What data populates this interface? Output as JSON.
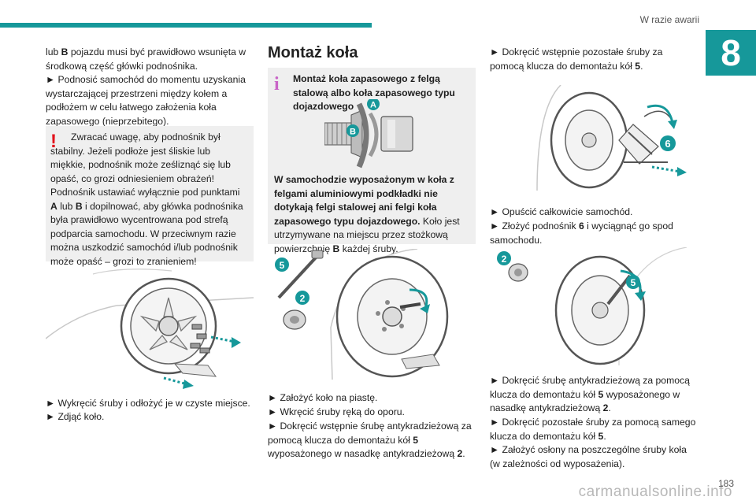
{
  "header": {
    "section": "W razie awarii",
    "chapter_number": "8"
  },
  "footer": {
    "page_number": "183",
    "watermark": "carmanualsonline.info"
  },
  "col1": {
    "p1_pre": "lub ",
    "p1_b": "B",
    "p1_post": " pojazdu musi być prawidłowo wsunięta w środkową część główki podnośnika.",
    "p2": "► Podnosić samochód do momentu uzyskania wystarczającej przestrzeni między kołem a podłożem w celu łatwego założenia koła zapasowego (nieprzebitego).",
    "warning_mark": "!",
    "warning_l1": "Zwracać uwagę, aby podnośnik był stabilny. Jeżeli podłoże jest śliskie lub miękkie, podnośnik może ześliznąć się lub opaść, co grozi odniesieniem obrażeń!",
    "warning_l2_a": "Podnośnik ustawiać wyłącznie pod punktami ",
    "warning_l2_A": "A",
    "warning_l2_b": " lub ",
    "warning_l2_B": "B",
    "warning_l2_c": " i dopilnować, aby główka podnośnika była prawidłowo wycentrowana pod strefą podparcia samochodu. W przeciwnym razie można uszkodzić samochód i/lub podnośnik może opaść – grozi to zranieniem!",
    "step1": "► Wykręcić śruby i odłożyć je w czyste miejsce.",
    "step2": "► Zdjąć koło."
  },
  "col2": {
    "title": "Montaż koła",
    "info_mark": "i",
    "info_title": "Montaż koła zapasowego z felgą stalową albo koła zapasowego typu dojazdowego",
    "info_b": "W samochodzie wyposażonym w koła z felgami aluminiowymi podkładki nie dotykają felgi stalowej ani felgi koła zapasowego typu dojazdowego.",
    "info_n1": " Koło jest utrzymywane na miejscu przez stożkową powierzchnię ",
    "info_n_B": "B",
    "info_n2": " każdej śruby.",
    "callout_A": "A",
    "callout_B": "B",
    "callout_5": "5",
    "callout_2": "2",
    "step1": "► Założyć koło na piastę.",
    "step2": "► Wkręcić śruby ręką do oporu.",
    "step3_a": "► Dokręcić wstępnie śrubę antykradzieżową za pomocą klucza do demontażu kół ",
    "step3_5": "5",
    "step3_b": " wyposażonego w nasadkę antykradzieżową ",
    "step3_2": "2",
    "step3_c": "."
  },
  "col3": {
    "p1_a": "► Dokręcić wstępnie pozostałe śruby za pomocą klucza do demontażu kół ",
    "p1_5": "5",
    "p1_b": ".",
    "callout_6": "6",
    "p2": "► Opuścić całkowicie samochód.",
    "p3_a": "► Złożyć podnośnik ",
    "p3_6": "6",
    "p3_b": " i wyciągnąć go spod samochodu.",
    "callout_2": "2",
    "callout_5": "5",
    "p4_a": "► Dokręcić śrubę antykradzieżową za pomocą klucza do demontażu kół ",
    "p4_5": "5",
    "p4_b": " wyposażonego w nasadkę antykradzieżową ",
    "p4_2": "2",
    "p4_c": ".",
    "p5_a": "► Dokręcić pozostałe śruby za pomocą samego klucza do demontażu kół ",
    "p5_5": "5",
    "p5_b": ".",
    "p6": "► Założyć osłony na poszczególne śruby koła (w zależności od wyposażenia)."
  },
  "colors": {
    "accent": "#16989a",
    "warning": "#e2121c",
    "info": "#c964c7",
    "callout": "#16989a"
  }
}
